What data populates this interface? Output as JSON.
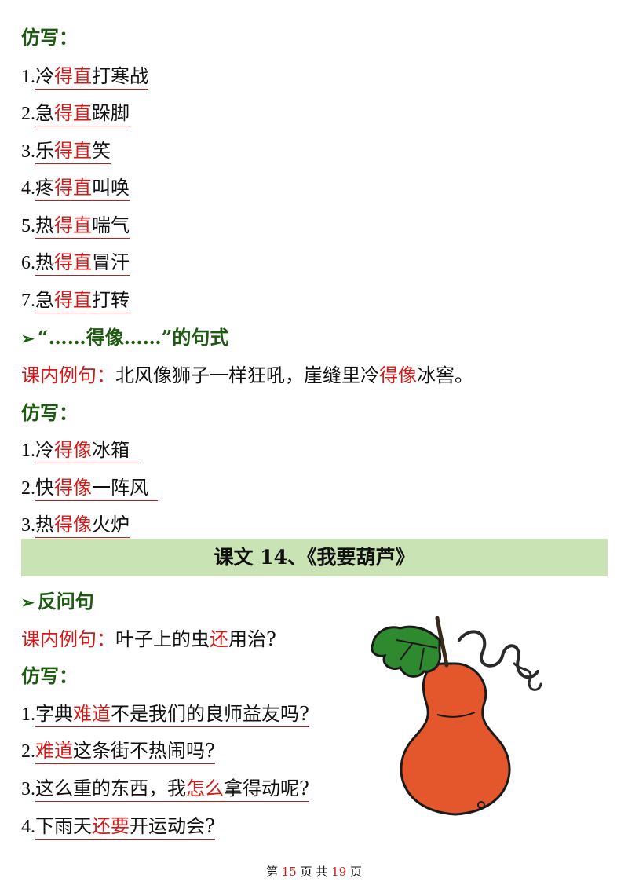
{
  "section1": {
    "heading": "仿写：",
    "items": [
      {
        "n": "1.",
        "a": "冷",
        "b": "得直",
        "c": "打寒战"
      },
      {
        "n": "2.",
        "a": "急",
        "b": "得直",
        "c": "跺脚"
      },
      {
        "n": "3.",
        "a": "乐",
        "b": "得直",
        "c": "笑"
      },
      {
        "n": "4.",
        "a": "疼",
        "b": "得直",
        "c": "叫唤"
      },
      {
        "n": "5.",
        "a": "热",
        "b": "得直",
        "c": "喘气"
      },
      {
        "n": "6.",
        "a": "热",
        "b": "得直",
        "c": "冒汗"
      },
      {
        "n": "7.",
        "a": "急",
        "b": "得直",
        "c": "打转"
      }
    ]
  },
  "section2": {
    "title": "“……得像……”的句式",
    "example_label": "课内例句：",
    "example_a": "北风像狮子一样狂吼，崖缝里冷",
    "example_b": "得像",
    "example_c": "冰窖。",
    "heading": "仿写：",
    "items": [
      {
        "n": "1.",
        "a": "冷",
        "b": "得像",
        "c": "冰箱"
      },
      {
        "n": "2.",
        "a": "快",
        "b": "得像",
        "c": "一阵风"
      },
      {
        "n": "3.",
        "a": "热",
        "b": "得像",
        "c": "火炉"
      }
    ]
  },
  "banner": "课文 14、《我要葫芦》",
  "section3": {
    "title": "反问句",
    "example_label": "课内例句：",
    "example_a": "叶子上的虫",
    "example_b": "还",
    "example_c": "用治?",
    "heading": "仿写：",
    "items": [
      {
        "n": "1.",
        "a": "字典",
        "b": "难道",
        "c": "不是我们的良师益友吗?"
      },
      {
        "n": "2.",
        "a": "",
        "b": "难道",
        "c": "这条街不热闹吗?"
      },
      {
        "n": "3.",
        "a": "这么重的东西，我",
        "b": "怎么",
        "c": "拿得动呢?"
      },
      {
        "n": "4.",
        "a": "下雨天",
        "b": "还要",
        "c": "开运动会?"
      }
    ]
  },
  "footer": {
    "pre": "第",
    "page": "15",
    "mid": "页 共",
    "total": "19",
    "post": "页"
  },
  "colors": {
    "accent_red": "#d11a1a",
    "heading_green": "#1e5a12",
    "banner_bg": "#c9e3b5",
    "gourd": "#e4562c"
  },
  "icons": [
    "arrow-bullet-icon",
    "gourd-illustration"
  ]
}
